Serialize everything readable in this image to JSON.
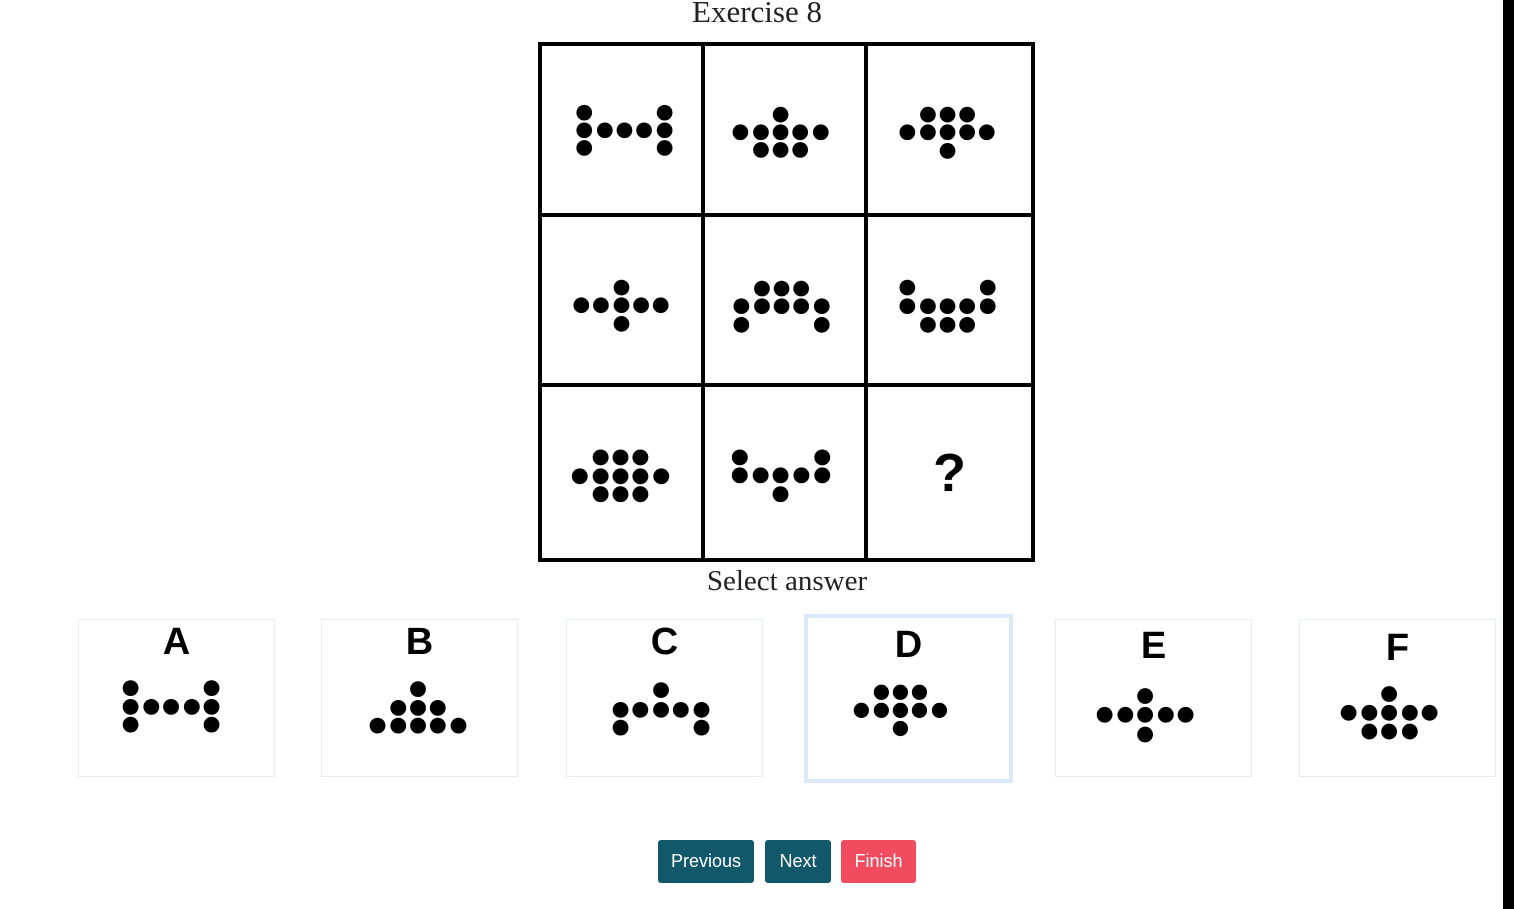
{
  "title": "Exercise 8",
  "select_label": "Select answer",
  "question_mark": "?",
  "options": [
    {
      "letter": "A",
      "figure": "dots-a"
    },
    {
      "letter": "B",
      "figure": "dots-b"
    },
    {
      "letter": "C",
      "figure": "dots-c"
    },
    {
      "letter": "D",
      "figure": "dots-d"
    },
    {
      "letter": "E",
      "figure": "dots-e"
    },
    {
      "letter": "F",
      "figure": "dots-f"
    }
  ],
  "selected_option": "D",
  "buttons": {
    "previous": "Previous",
    "next": "Next",
    "finish": "Finish"
  },
  "colors": {
    "primary_button": "#11586a",
    "finish_button": "#f04b5e",
    "selected_border": "#d9e9f7"
  }
}
